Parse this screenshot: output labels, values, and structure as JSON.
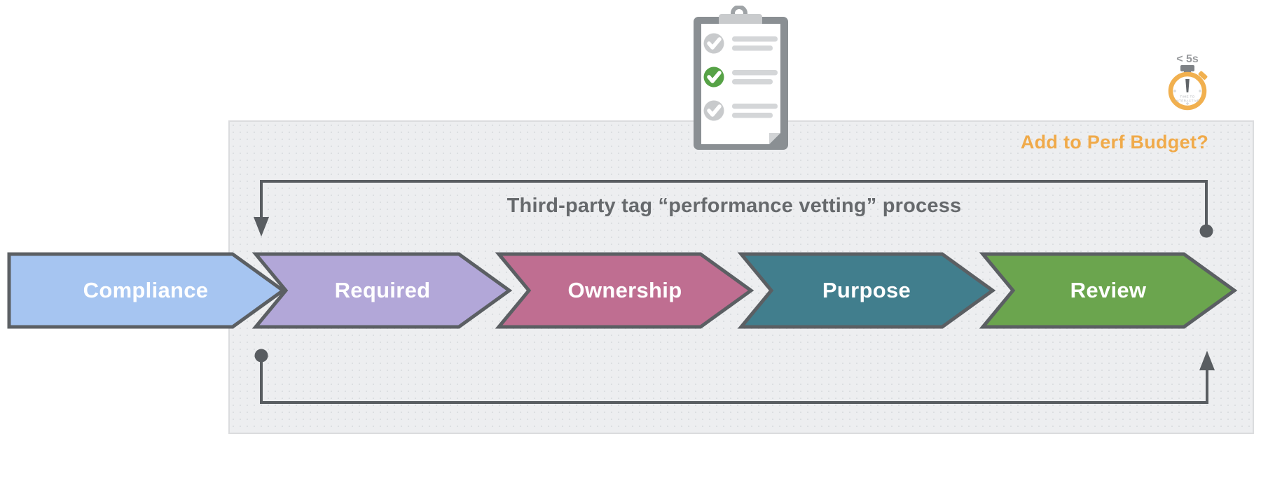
{
  "title": "Third-party tag “performance vetting” process",
  "title_color": "#66696c",
  "perf_budget": {
    "label": "Add to Perf Budget?",
    "color": "#f0aa4a"
  },
  "steps": [
    {
      "label": "Compliance",
      "color": "#a6c5f1"
    },
    {
      "label": "Required",
      "color": "#b2a7d8"
    },
    {
      "label": "Ownership",
      "color": "#bf6e91"
    },
    {
      "label": "Purpose",
      "color": "#417e8d"
    },
    {
      "label": "Review",
      "color": "#6ba54e"
    }
  ],
  "chevron_border_color": "#5b5f63",
  "connector_color": "#595d61",
  "stopwatch": {
    "threshold": "< 5s",
    "metric_line1": "TIME TO",
    "metric_line2": "INTERACTIVE",
    "ring_color": "#f1b04f"
  },
  "clipboard": {
    "items": [
      {
        "status": "check-muted",
        "color": "#c8cacc"
      },
      {
        "status": "check-passed",
        "color": "#56a246"
      },
      {
        "status": "check-muted",
        "color": "#c8cacc"
      }
    ],
    "board_color": "#8a8f93",
    "line_color": "#d4d6d8"
  }
}
